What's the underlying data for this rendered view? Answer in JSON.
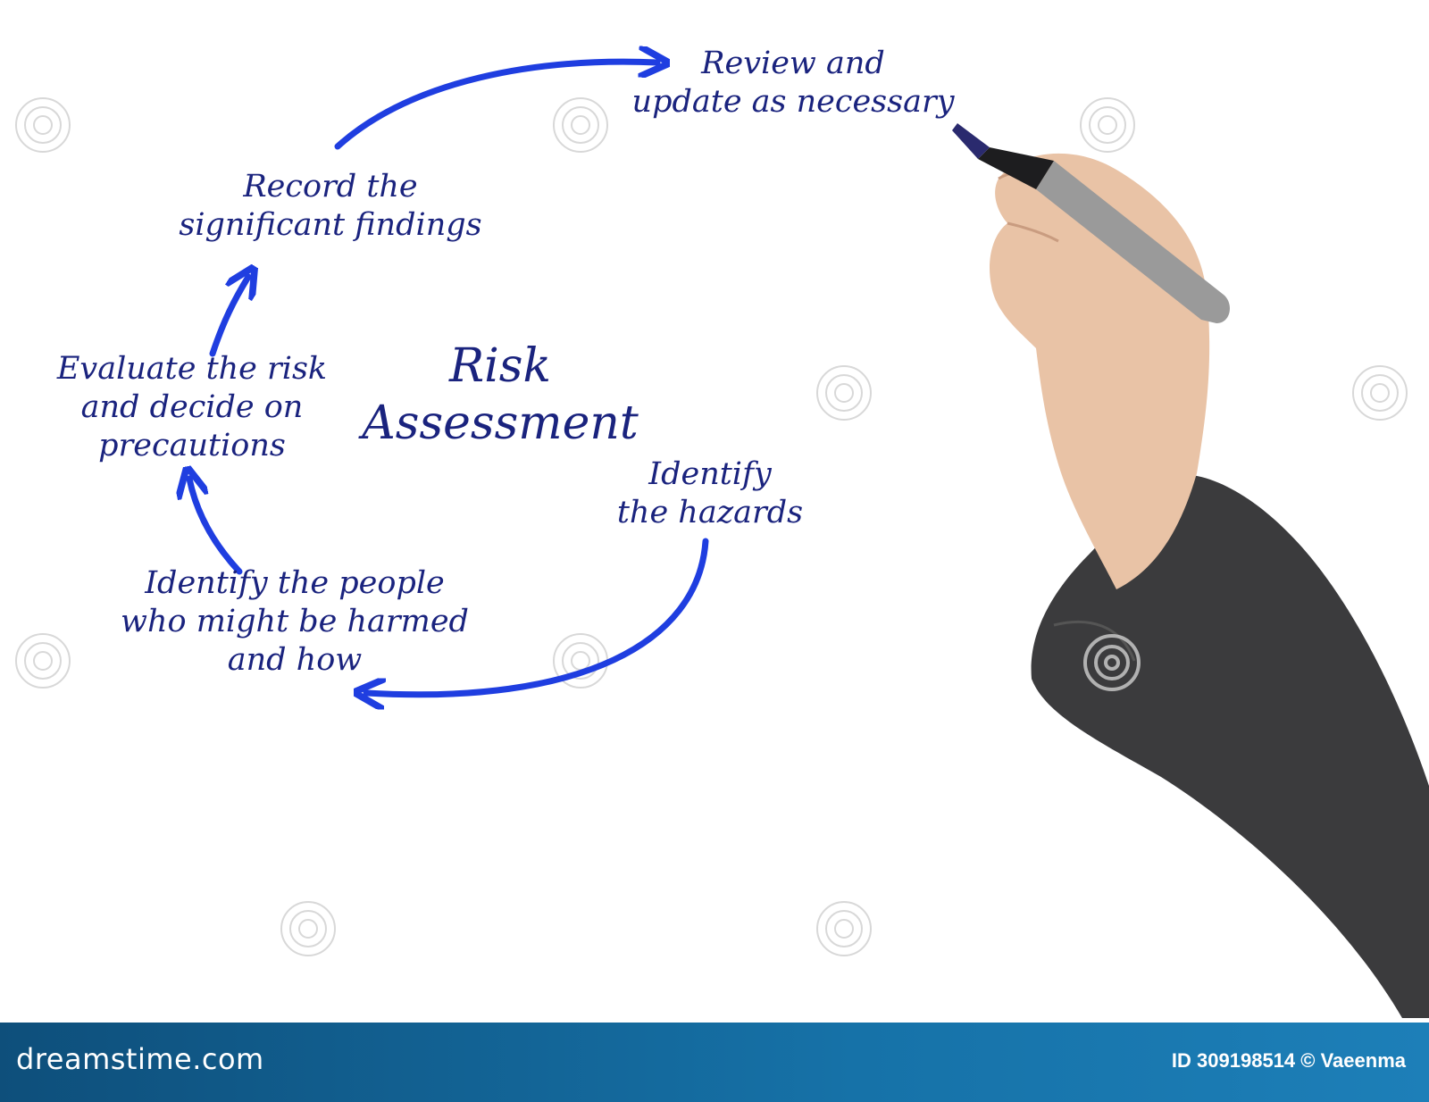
{
  "diagram": {
    "title": [
      "Risk",
      "Assessment"
    ],
    "steps": [
      {
        "id": "identify-hazards",
        "lines": [
          "Identify",
          "the hazards"
        ]
      },
      {
        "id": "identify-people",
        "lines": [
          "Identify the people",
          "who might be harmed",
          "and how"
        ]
      },
      {
        "id": "evaluate-risk",
        "lines": [
          "Evaluate the risk",
          "and decide on",
          "precautions"
        ]
      },
      {
        "id": "record-findings",
        "lines": [
          "Record the",
          "significant findings"
        ]
      },
      {
        "id": "review-update",
        "lines": [
          "Review and",
          "update as necessary"
        ]
      }
    ],
    "colors": {
      "text": "#1a237e",
      "arrow": "#1f3ee0",
      "sleeve": "#3b3b3d",
      "skin": "#e9c3a6",
      "pen": "#9a9a9a"
    }
  },
  "footer": {
    "brand": "dreamstime.com",
    "image_id": "ID 309198514 © Vaeenma"
  }
}
